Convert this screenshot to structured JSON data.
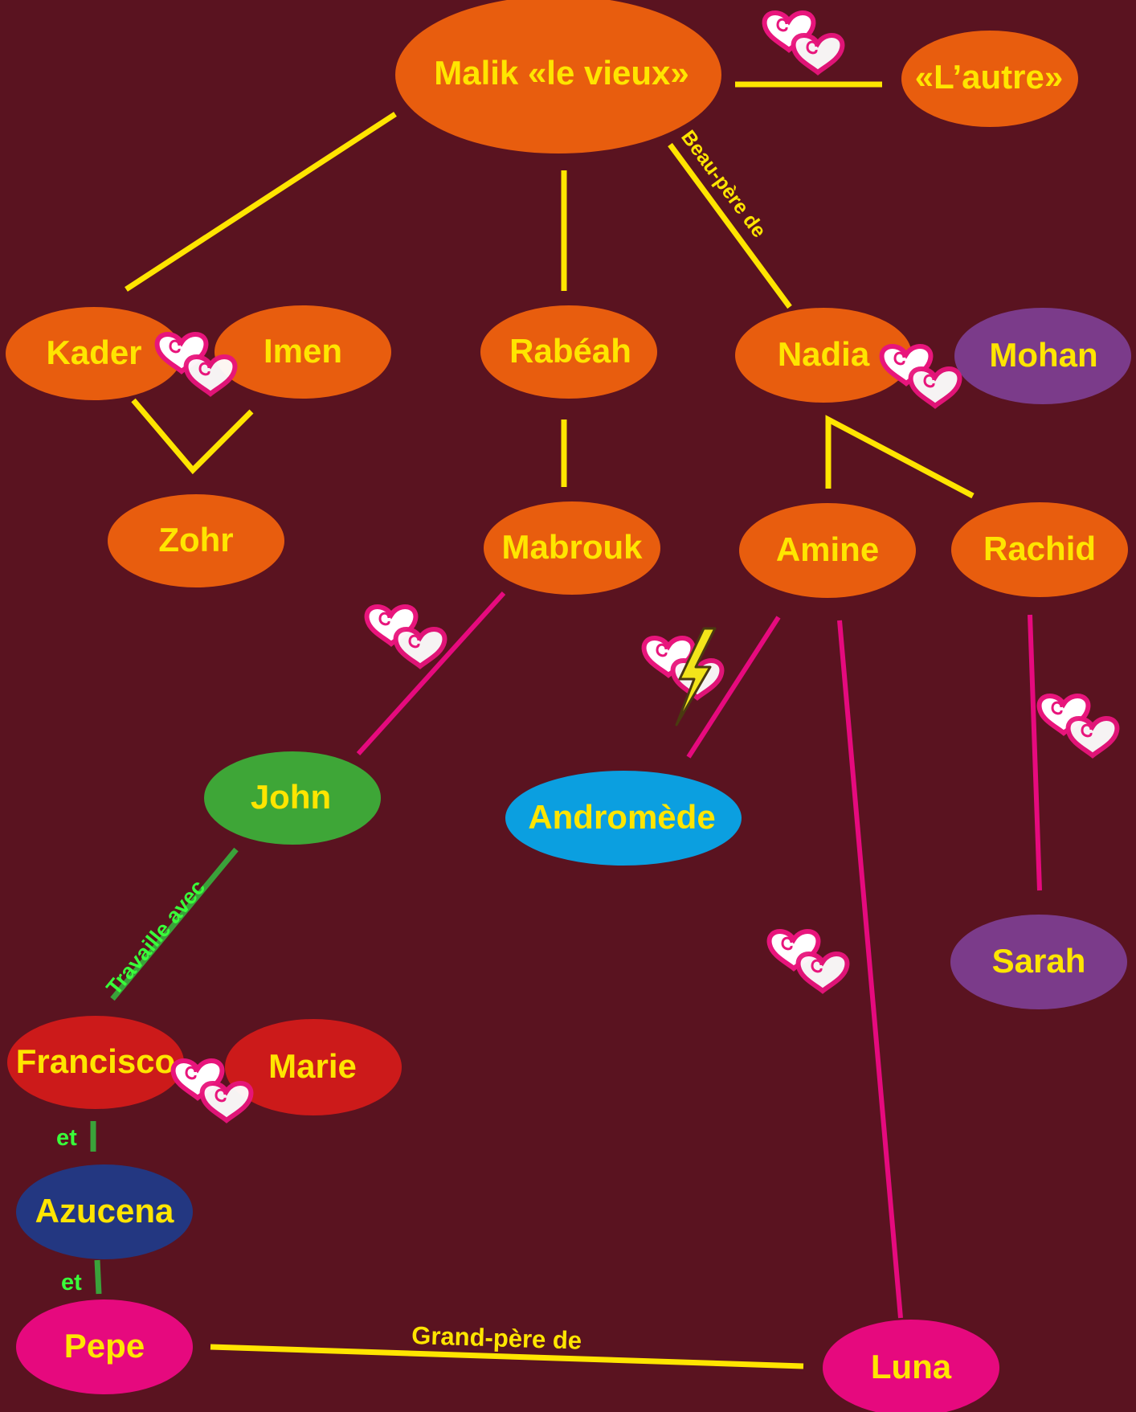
{
  "colors": {
    "background": "#5a1320",
    "orange": "#e85d0e",
    "purple": "#7b3b8a",
    "green": "#3ea637",
    "blue": "#0b9fe0",
    "red": "#cc1a1a",
    "navy": "#233781",
    "pink": "#e6097e",
    "yellow_text": "#ffe500",
    "white_text": "#ffffff",
    "line_yellow": "#ffe500",
    "line_pink": "#e60a7e",
    "line_green": "#3aa23a",
    "label_green": "#39ff3a"
  },
  "nodes": {
    "malik": "Malik «le vieux»",
    "autre": "«L’autre»",
    "kader": "Kader",
    "imen": "Imen",
    "rabeah": "Rabéah",
    "nadia": "Nadia",
    "mohan": "Mohan",
    "zohr": "Zohr",
    "mabrouk": "Mabrouk",
    "amine": "Amine",
    "rachid": "Rachid",
    "john": "John",
    "andromede": "Andromède",
    "sarah": "Sarah",
    "francisco": "Francisco",
    "marie": "Marie",
    "azucena": "Azucena",
    "pepe": "Pepe",
    "luna": "Luna"
  },
  "labels": {
    "beau_pere": "Beau-père de",
    "travaille": "Travaille avec",
    "et1": "et",
    "et2": "et",
    "grand_pere": "Grand-père de"
  },
  "icons": {
    "love": "double-heart-icon",
    "conflict": "lightning-bolt-icon"
  }
}
